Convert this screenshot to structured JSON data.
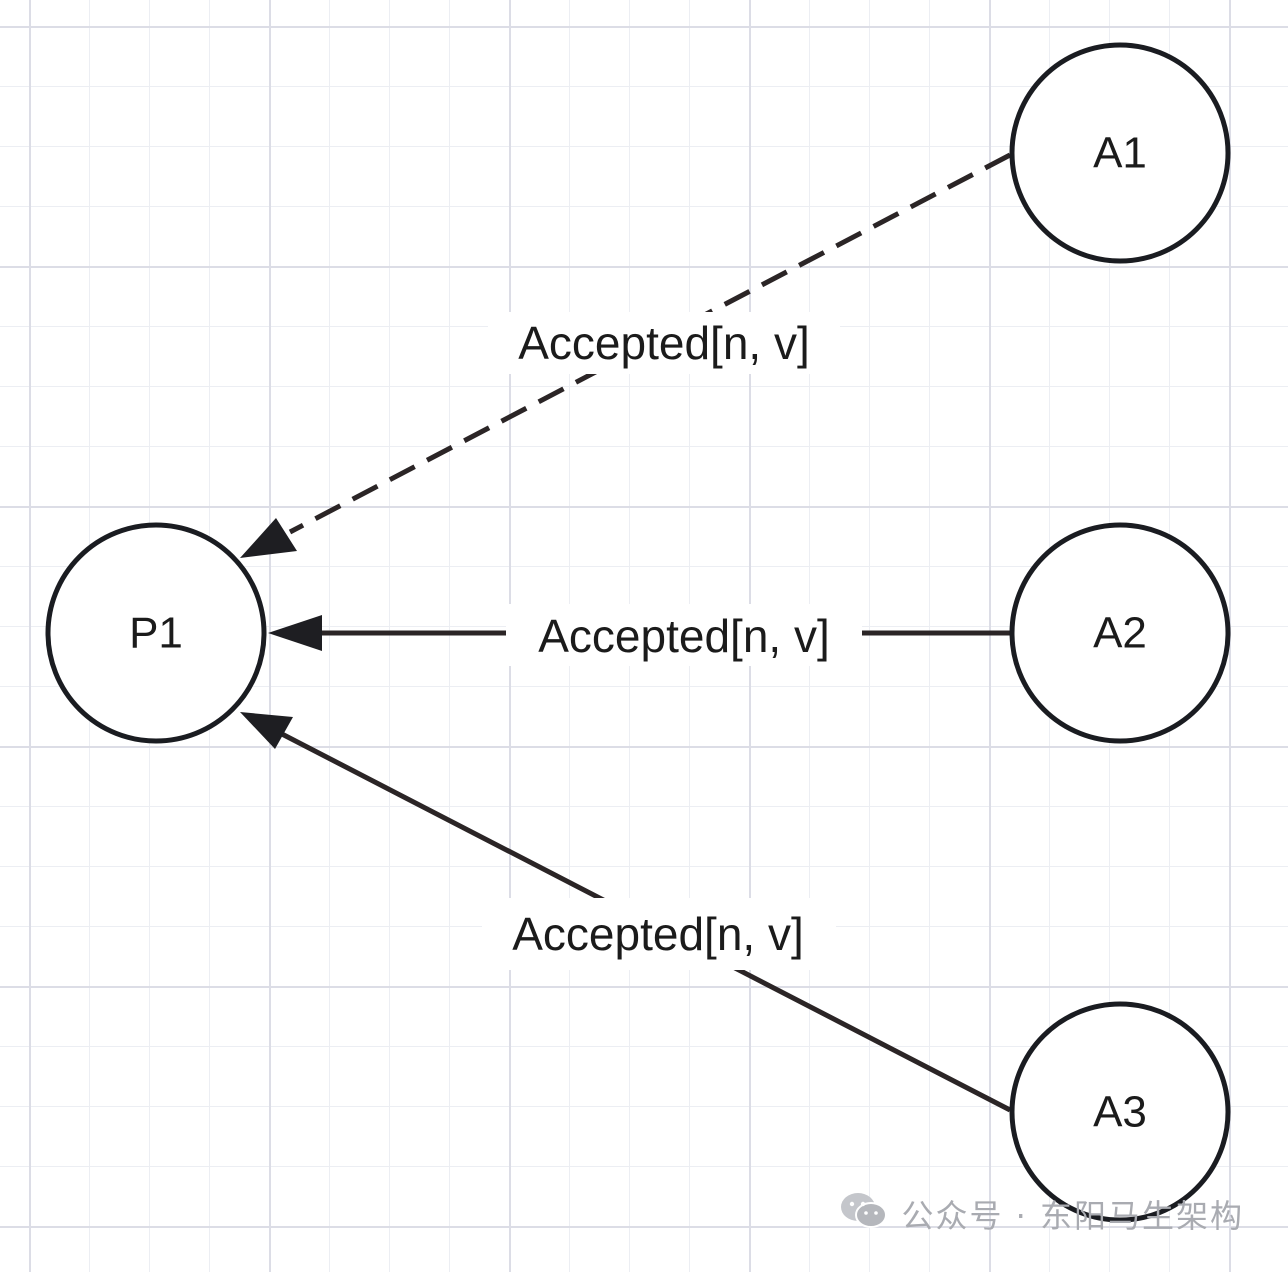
{
  "nodes": {
    "p1": {
      "label": "P1"
    },
    "a1": {
      "label": "A1"
    },
    "a2": {
      "label": "A2"
    },
    "a3": {
      "label": "A3"
    }
  },
  "edges": {
    "a1_to_p1": {
      "label": "Accepted[n, v]",
      "style": "dashed"
    },
    "a2_to_p1": {
      "label": "Accepted[n, v]",
      "style": "solid"
    },
    "a3_to_p1": {
      "label": "Accepted[n, v]",
      "style": "solid"
    }
  },
  "watermark": {
    "text": "公众号 · 东阳马生架构",
    "icon": "wechat-icon"
  },
  "colors": {
    "grid_major": "#dcdde6",
    "grid_minor": "#eceef3",
    "stroke": "#1a1c21",
    "watermark": "#a9abb1"
  }
}
